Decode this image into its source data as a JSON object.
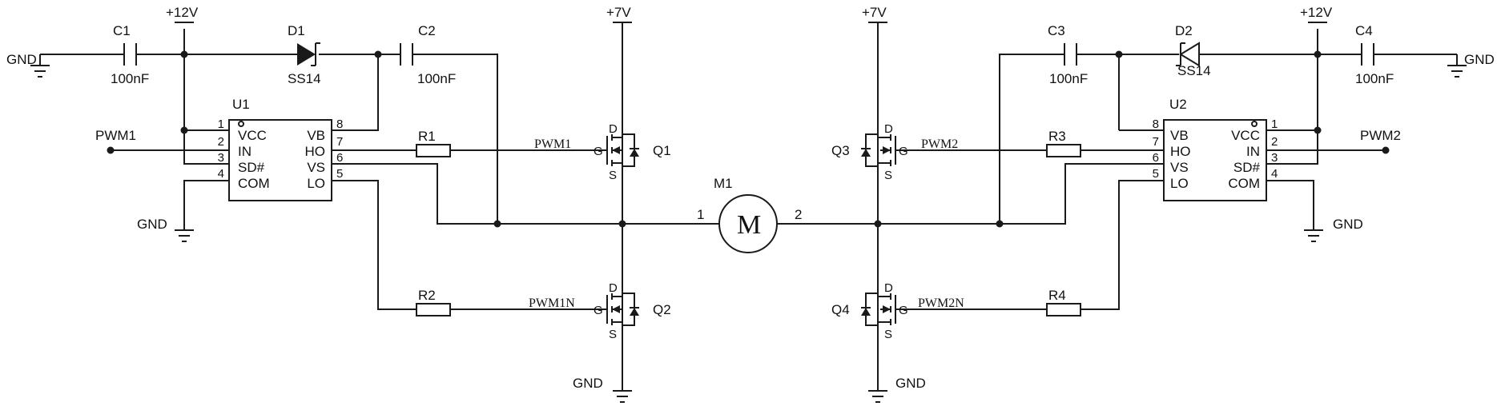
{
  "supplies": {
    "vcc12": "+12V",
    "v7": "+7V",
    "gnd": "GND"
  },
  "capacitors": [
    {
      "ref": "C1",
      "value": "100nF"
    },
    {
      "ref": "C2",
      "value": "100nF"
    },
    {
      "ref": "C3",
      "value": "100nF"
    },
    {
      "ref": "C4",
      "value": "100nF"
    }
  ],
  "diodes": [
    {
      "ref": "D1",
      "value": "SS14"
    },
    {
      "ref": "D2",
      "value": "SS14"
    }
  ],
  "resistors": [
    "R1",
    "R2",
    "R3",
    "R4"
  ],
  "mosfets": [
    "Q1",
    "Q2",
    "Q3",
    "Q4"
  ],
  "mosfet_pins": {
    "drain": "D",
    "gate": "G",
    "source": "S"
  },
  "nets": {
    "pwm1": "PWM1",
    "pwm1n": "PWM1N",
    "pwm2": "PWM2",
    "pwm2n": "PWM2N"
  },
  "motor": {
    "ref": "M1",
    "symbol": "M",
    "pin1": "1",
    "pin2": "2"
  },
  "drivers": [
    {
      "ref": "U1",
      "pins": [
        {
          "num": "1",
          "name": "VCC"
        },
        {
          "num": "2",
          "name": "IN"
        },
        {
          "num": "3",
          "name": "SD#"
        },
        {
          "num": "4",
          "name": "COM"
        },
        {
          "num": "8",
          "name": "VB"
        },
        {
          "num": "7",
          "name": "HO"
        },
        {
          "num": "6",
          "name": "VS"
        },
        {
          "num": "5",
          "name": "LO"
        }
      ]
    },
    {
      "ref": "U2",
      "pins": [
        {
          "num": "8",
          "name": "VB"
        },
        {
          "num": "7",
          "name": "HO"
        },
        {
          "num": "6",
          "name": "VS"
        },
        {
          "num": "5",
          "name": "LO"
        },
        {
          "num": "1",
          "name": "VCC"
        },
        {
          "num": "2",
          "name": "IN"
        },
        {
          "num": "3",
          "name": "SD#"
        },
        {
          "num": "4",
          "name": "COM"
        }
      ]
    }
  ]
}
